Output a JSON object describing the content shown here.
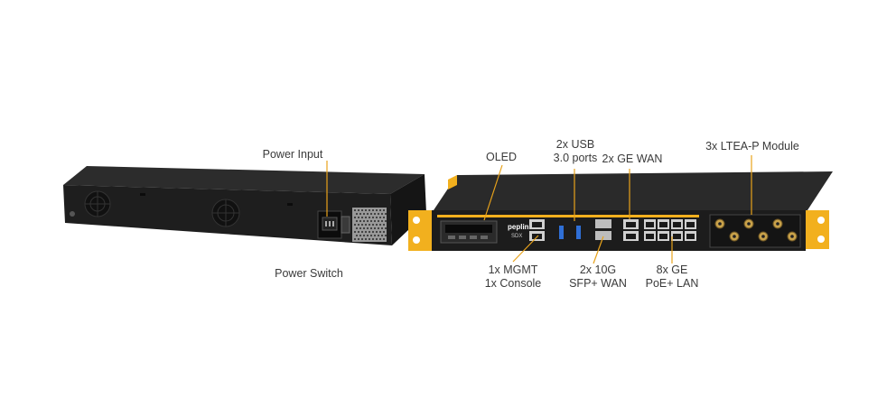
{
  "labels": {
    "power_input": "Power Input",
    "power_switch": "Power Switch",
    "oled": "OLED",
    "usb": [
      "2x USB",
      "3.0 ports"
    ],
    "ge_wan": "2x GE WAN",
    "ltea": "3x LTEA-P Module",
    "mgmt": [
      "1x MGMT",
      "1x Console"
    ],
    "sfp": [
      "2x 10G",
      "SFP+ WAN"
    ],
    "poe_lan": [
      "8x GE",
      "PoE+ LAN"
    ]
  },
  "brand": {
    "logo_text": "peplink",
    "model_text": "SDX"
  },
  "colors": {
    "chassis": "#1f1f1f",
    "chassis_top": "#2c2c2c",
    "accent_yellow": "#f2b01e",
    "leader_line": "#e8a21a",
    "label_text": "#3a3a3a"
  }
}
